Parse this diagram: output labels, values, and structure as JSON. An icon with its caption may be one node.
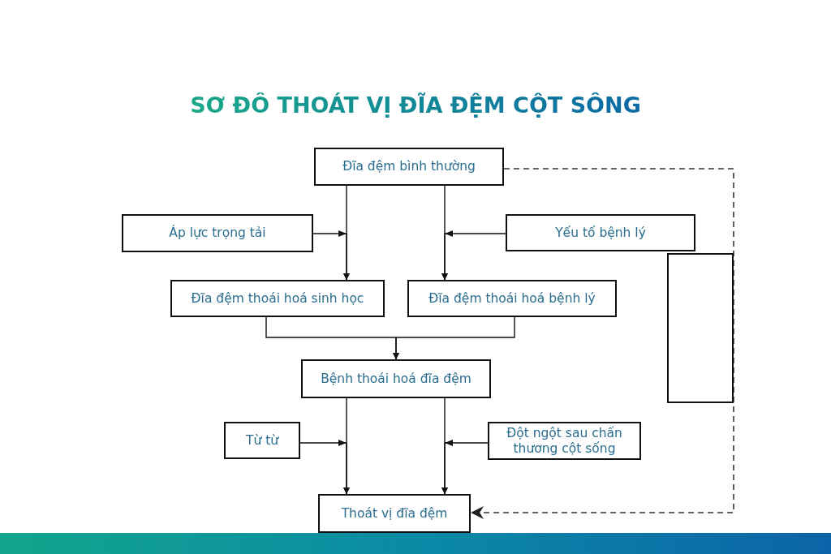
{
  "diagram": {
    "title": "SƠ ĐỒ THOÁT VỊ ĐĨA ĐỆM CỘT SỐNG",
    "nodes": [
      {
        "text": [
          "Đĩa đệm bình thường"
        ]
      },
      {
        "text": [
          "Áp lực trọng tải"
        ]
      },
      {
        "text": [
          "Yếu tố bệnh lý"
        ]
      },
      {
        "text": [
          "Đĩa đệm thoái hoá sinh học"
        ]
      },
      {
        "text": [
          "Đĩa đệm thoái hoá bệnh lý"
        ]
      },
      {
        "text": [
          "Bệnh thoái hoá đĩa đệm"
        ]
      },
      {
        "text": [
          "Từ từ"
        ]
      },
      {
        "text": [
          "Đột ngột sau chấn thương cột sống"
        ]
      },
      {
        "text": [
          "Thoát vị đĩa đệm"
        ]
      },
      {
        "text": [],
        "shape": "box"
      }
    ],
    "edges": [
      {
        "from": 0,
        "to": 3,
        "arrow": "to"
      },
      {
        "from": 0,
        "to": 4,
        "arrow": "to"
      },
      {
        "from": 1,
        "to": 3,
        "arrow": "to"
      },
      {
        "from": 2,
        "to": 4,
        "arrow": "to"
      },
      {
        "from": 3,
        "to": 5,
        "arrow": "to"
      },
      {
        "from": 4,
        "to": 5,
        "arrow": "to"
      },
      {
        "from": 5,
        "to": 8,
        "arrow": "to"
      },
      {
        "from": 5,
        "to": 8,
        "arrow": "to"
      },
      {
        "from": 6,
        "to": 8,
        "arrow": "to"
      },
      {
        "from": 7,
        "to": 8,
        "arrow": "to"
      },
      {
        "from": 0,
        "to": 8,
        "arrow": "to",
        "style": "dashed"
      }
    ]
  }
}
